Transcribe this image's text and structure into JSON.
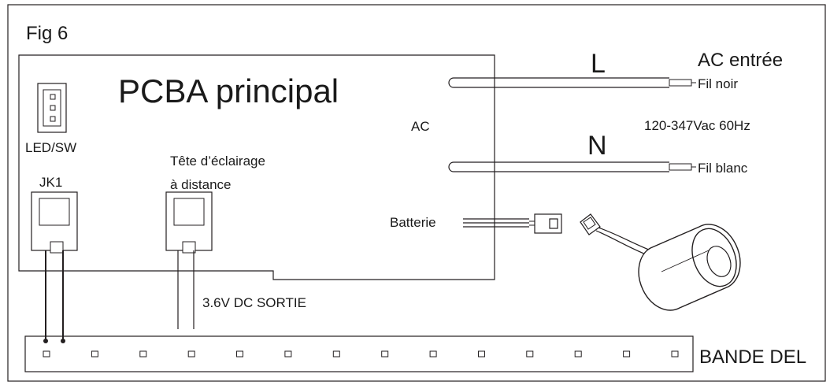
{
  "figure_label": "Fig  6",
  "board": {
    "title": "PCBA principal",
    "connector_label": "LED/SW",
    "jk1_label": "JK1",
    "remote_head_label_1": "Tête d’éclairage",
    "remote_head_label_2": "à distance",
    "ac_label": "AC",
    "battery_label": "Batterie"
  },
  "ac_input": {
    "title": "AC entrée",
    "line_letter": "L",
    "neutral_letter": "N",
    "line_wire": "Fil noir",
    "neutral_wire": "Fil blanc",
    "rating": "120-347Vac 60Hz"
  },
  "output_label": "3.6V DC SORTIE",
  "strip": {
    "label": "BANDE DEL",
    "led_count": 14
  },
  "colors": {
    "stroke": "#231f20",
    "background": "#ffffff",
    "battery_fill": "#ffffff"
  }
}
